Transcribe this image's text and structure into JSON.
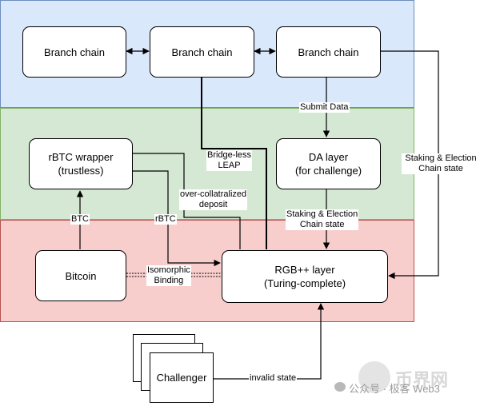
{
  "nodes": {
    "branch1": "Branch chain",
    "branch2": "Branch chain",
    "branch3": "Branch chain",
    "rbtc_wrapper": "rBTC wrapper\n(trustless)",
    "da_layer": "DA layer\n(for challenge)",
    "bitcoin": "Bitcoin",
    "rgb_layer": "RGB++ layer\n(Turing-complete)",
    "challenger": "Challenger"
  },
  "edge_labels": {
    "submit_data": "Submit Data",
    "bridge_less": "Bridge-less\nLEAP",
    "staking_right": "Staking & Election\nChain state",
    "staking_mid": "Staking & Election\nChain state",
    "over_collateral": "over-collatralized\ndeposit",
    "btc": "BTC",
    "rbtc": "rBTC",
    "isomorphic": "Isomorphic\nBinding",
    "invalid_state": "invalid state"
  },
  "watermark": {
    "logo_text": "币界网",
    "caption": "公众号 · 极客 Web3"
  },
  "colors": {
    "band_blue": "#dae8fc",
    "band_green": "#d5e8d4",
    "band_red": "#f8cecc"
  }
}
